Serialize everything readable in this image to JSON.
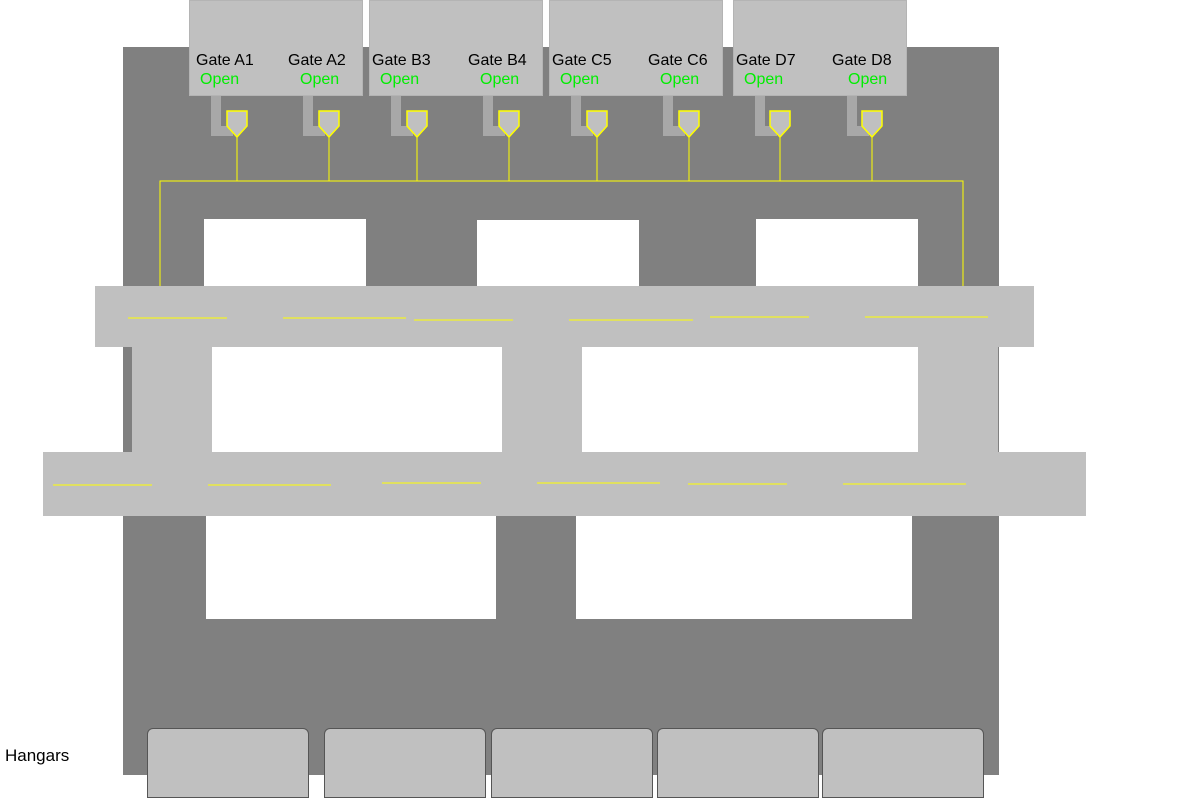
{
  "colors": {
    "apron": "#808080",
    "runway": "#c0c0c0",
    "marking": "#ffff00",
    "status_open": "#00ee00"
  },
  "gates": [
    {
      "name": "Gate A1",
      "status": "Open"
    },
    {
      "name": "Gate A2",
      "status": "Open"
    },
    {
      "name": "Gate B3",
      "status": "Open"
    },
    {
      "name": "Gate B4",
      "status": "Open"
    },
    {
      "name": "Gate C5",
      "status": "Open"
    },
    {
      "name": "Gate C6",
      "status": "Open"
    },
    {
      "name": "Gate D7",
      "status": "Open"
    },
    {
      "name": "Gate D8",
      "status": "Open"
    }
  ],
  "hangars": {
    "label": "Hangars",
    "count": 5
  }
}
